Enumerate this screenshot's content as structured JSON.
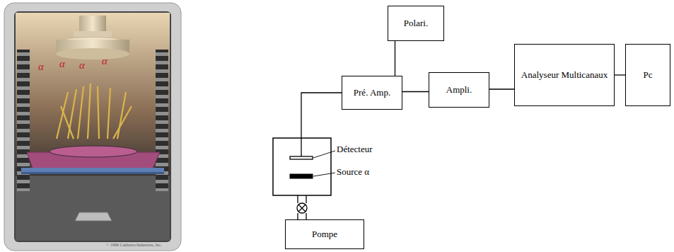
{
  "diagram": {
    "nodes": [
      {
        "text": [
          "Polari."
        ]
      },
      {
        "text": [
          "Pré. Amp."
        ]
      },
      {
        "text": [
          "Ampli."
        ]
      },
      {
        "text": [
          "Analyseur Multicanaux"
        ]
      },
      {
        "text": [
          "Pc"
        ]
      },
      {
        "text": [
          "Pompe"
        ]
      }
    ],
    "edges": [
      {
        "from": 0,
        "to": 1,
        "arrow": "none"
      },
      {
        "from": 1,
        "to": 2,
        "arrow": "none"
      },
      {
        "from": 2,
        "to": 3,
        "arrow": "none"
      },
      {
        "from": 3,
        "to": 4,
        "arrow": "none"
      }
    ],
    "labels": [
      "Détecteur",
      "Source α",
      "α",
      "α",
      "α",
      "α",
      "© 1996 Canberra Industries, Inc."
    ]
  }
}
